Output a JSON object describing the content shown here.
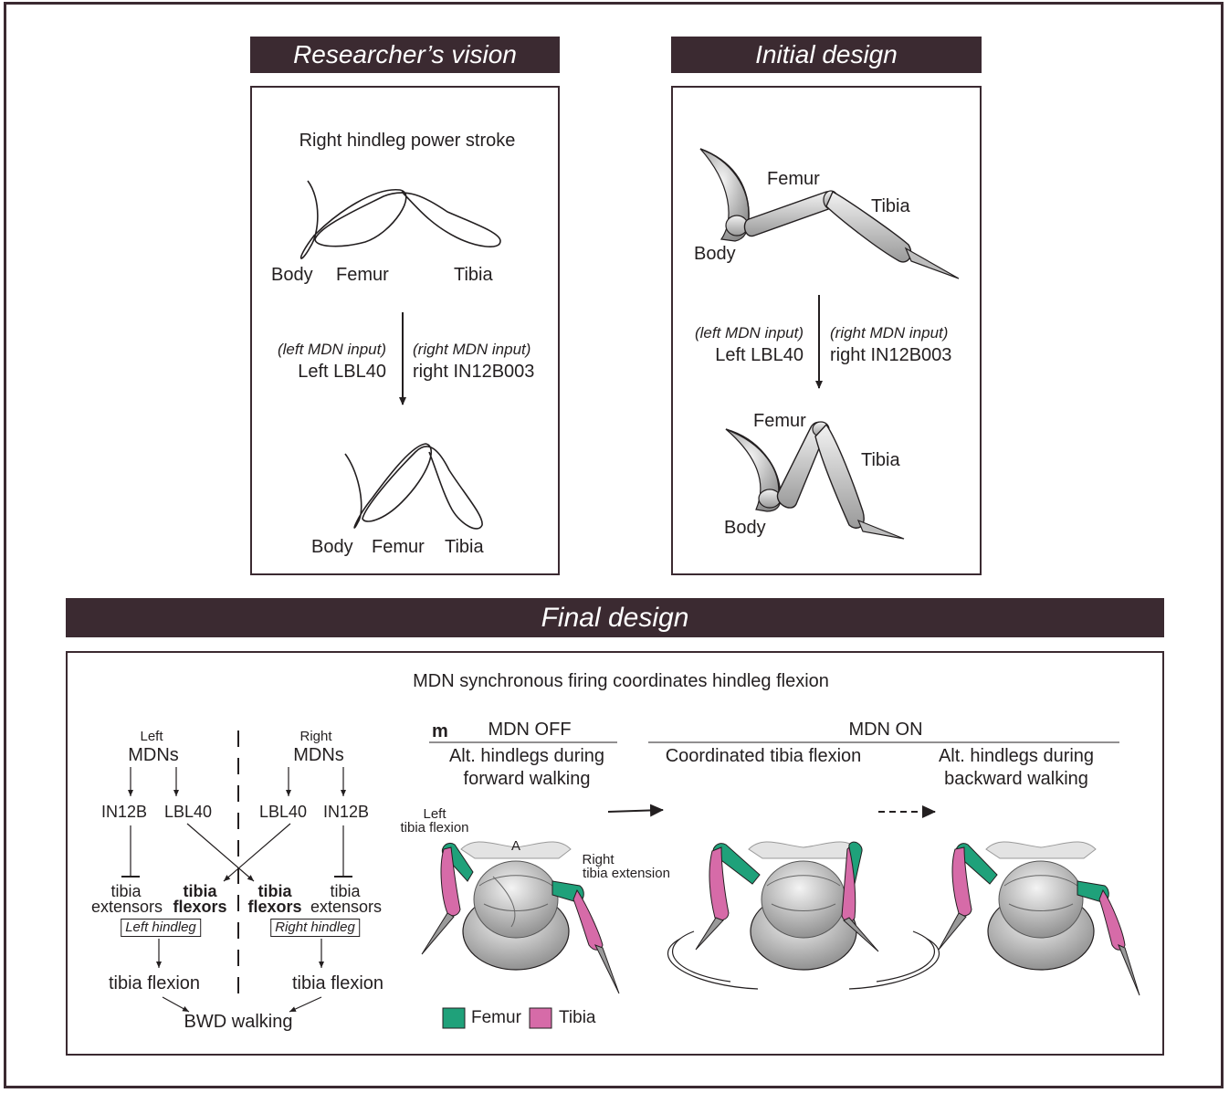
{
  "banners": {
    "vision": "Researcher’s vision",
    "initial": "Initial design",
    "final": "Final design"
  },
  "vision": {
    "title": "Right hindleg power stroke",
    "top_labels": {
      "body": "Body",
      "femur": "Femur",
      "tibia": "Tibia"
    },
    "left_input": "(left MDN input)",
    "left_neuron": "Left LBL40",
    "right_input": "(right MDN input)",
    "right_neuron": "right IN12B003",
    "bottom_labels": {
      "body": "Body",
      "femur": "Femur",
      "tibia": "Tibia"
    }
  },
  "initial": {
    "top_labels": {
      "body": "Body",
      "femur": "Femur",
      "tibia": "Tibia"
    },
    "left_input": "(left MDN input)",
    "left_neuron": "Left LBL40",
    "right_input": "(right MDN input)",
    "right_neuron": "right IN12B003",
    "bottom_labels": {
      "body": "Body",
      "femur": "Femur",
      "tibia": "Tibia"
    }
  },
  "final": {
    "title": "MDN synchronous firing coordinates hindleg flexion",
    "circuit": {
      "left_side": "Left",
      "left_mdns": "MDNs",
      "right_side": "Right",
      "right_mdns": "MDNs",
      "in12b_left": "IN12B",
      "lbl40_left": "LBL40",
      "lbl40_right": "LBL40",
      "in12b_right": "IN12B",
      "tibia_l_ext": "tibia",
      "extensors_l": "extensors",
      "tibia_l_flex": "tibia",
      "flexors_l": "flexors",
      "tibia_r_flex": "tibia",
      "flexors_r": "flexors",
      "tibia_r_ext": "tibia",
      "extensors_r": "extensors",
      "left_hindleg": "Left hindleg",
      "right_hindleg": "Right hindleg",
      "flexion_left": "tibia flexion",
      "flexion_right": "tibia flexion",
      "bwd": "BWD walking"
    },
    "panel_m": {
      "letter": "m",
      "mdn_off": "MDN OFF",
      "mdn_on": "MDN ON",
      "off_line1": "Alt. hindlegs during",
      "off_line2": "forward walking",
      "coord": "Coordinated tibia flexion",
      "bwd_line1": "Alt. hindlegs during",
      "bwd_line2": "backward walking",
      "left_flex1": "Left",
      "left_flex2": "tibia flexion",
      "anterior": "A",
      "right_ext1": "Right",
      "right_ext2": "tibia extension",
      "legend_femur": "Femur",
      "legend_tibia": "Tibia"
    },
    "colors": {
      "femur": "#1fa17a",
      "tibia": "#d66ba8",
      "banner": "#3b2a31"
    }
  }
}
